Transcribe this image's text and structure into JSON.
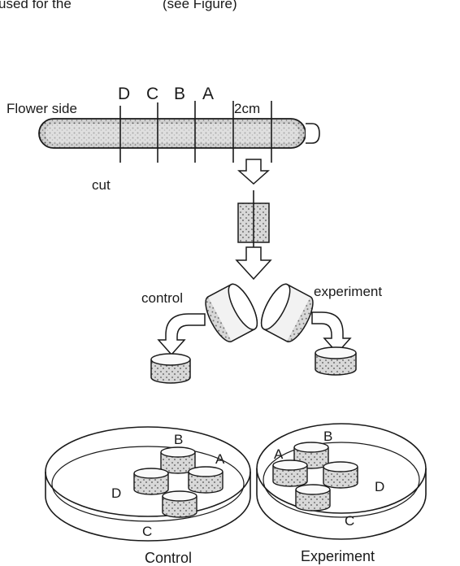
{
  "top_caption": "used for the",
  "top_caption_tail": "(see Figure)",
  "stem": {
    "side_label": "Flower side",
    "section_labels": [
      "D",
      "C",
      "B",
      "A"
    ],
    "length_label": "2cm",
    "cut_label": "cut"
  },
  "branches": {
    "control_label": "control",
    "experiment_label": "experiment"
  },
  "dishes": {
    "control": {
      "caption": "Control",
      "disk_labels": {
        "b": "B",
        "a": "A",
        "d": "D",
        "c": "C"
      }
    },
    "experiment": {
      "caption": "Experiment",
      "disk_labels": {
        "b": "B",
        "a": "A",
        "d": "D",
        "c": "C"
      }
    }
  }
}
